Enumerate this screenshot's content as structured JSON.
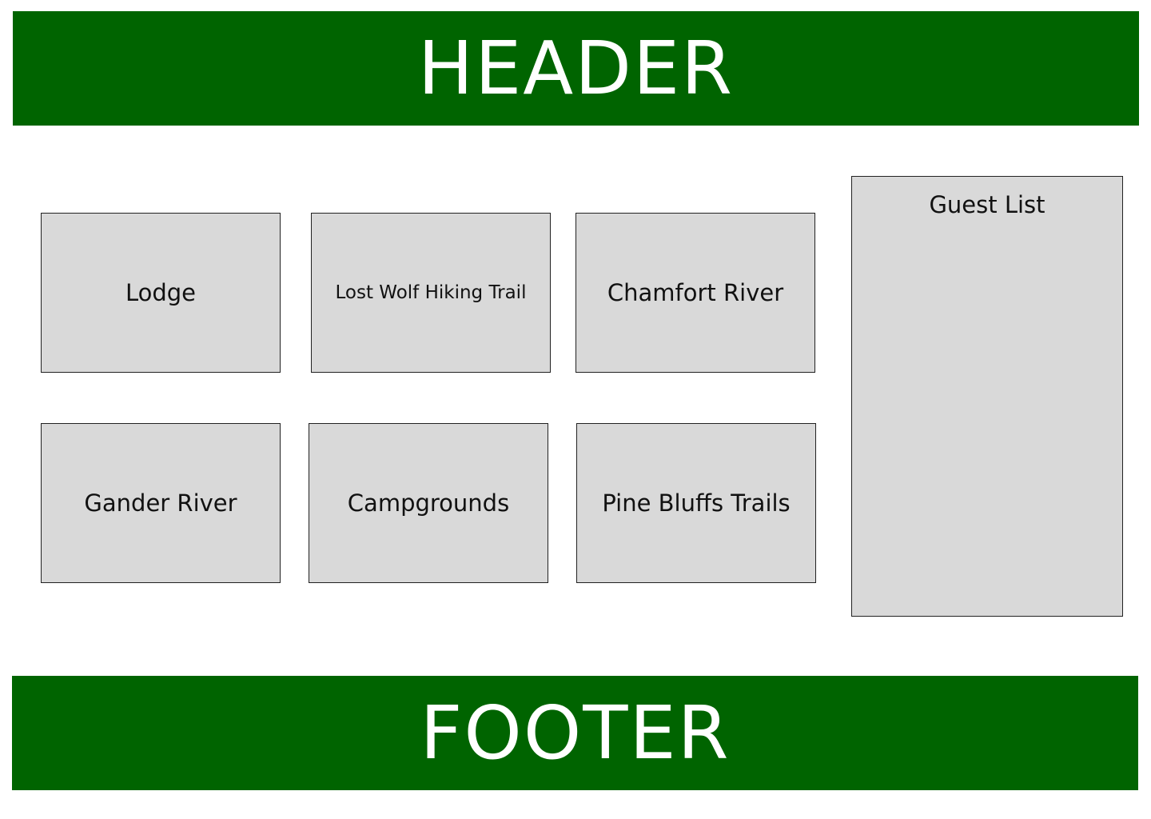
{
  "header": {
    "label": "HEADER"
  },
  "footer": {
    "label": "FOOTER"
  },
  "locations": [
    {
      "label": "Lodge"
    },
    {
      "label": "Lost Wolf Hiking Trail"
    },
    {
      "label": "Chamfort River"
    },
    {
      "label": "Gander River"
    },
    {
      "label": "Campgrounds"
    },
    {
      "label": "Pine Bluffs Trails"
    }
  ],
  "guest_list": {
    "title": "Guest List"
  },
  "colors": {
    "band": "#006400",
    "card": "#d9d9d9",
    "border": "#222222"
  }
}
